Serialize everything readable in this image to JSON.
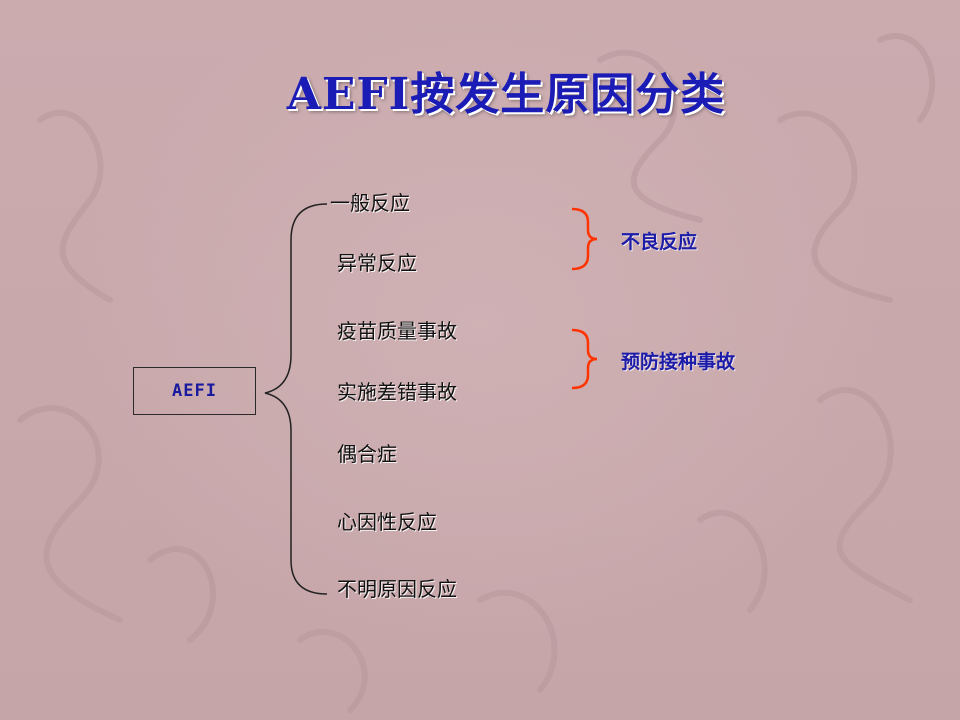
{
  "title": "AEFI按发生原因分类",
  "root_label": "AEFI",
  "categories": [
    "一般反应",
    "异常反应",
    "疫苗质量事故",
    "实施差错事故",
    "偶合症",
    "心因性反应",
    "不明原因反应"
  ],
  "groups": [
    {
      "label": "不良反应",
      "color": "#ff3300"
    },
    {
      "label": "预防接种事故",
      "color": "#ff3300"
    }
  ],
  "colors": {
    "title": "#1b1bb5",
    "background": "#c9a9ac",
    "brace": "#ff3300"
  }
}
